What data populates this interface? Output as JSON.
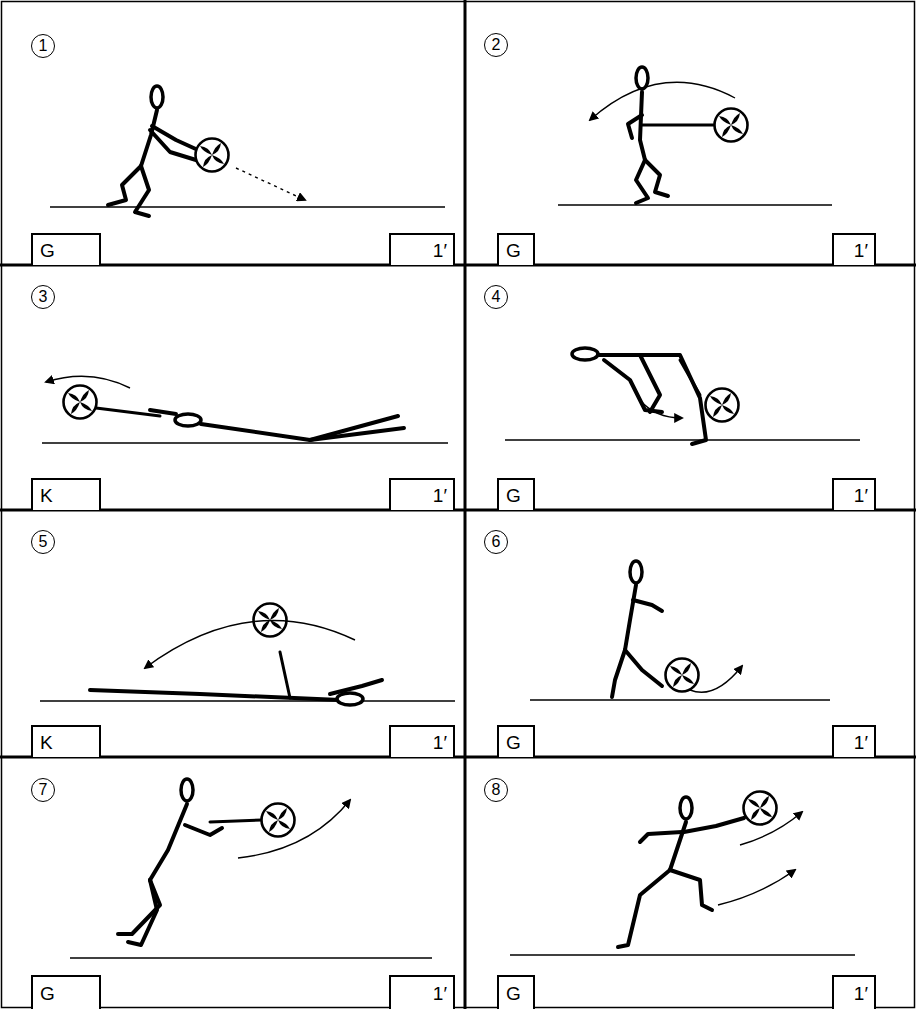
{
  "diagram": {
    "nodes": [
      {
        "text": [
          "1"
        ]
      },
      {
        "text": [
          "G"
        ]
      },
      {
        "text": [
          "1′"
        ]
      },
      {
        "text": [
          "2"
        ]
      },
      {
        "text": [
          "G"
        ]
      },
      {
        "text": [
          "1′"
        ]
      },
      {
        "text": [
          "3"
        ]
      },
      {
        "text": [
          "K"
        ]
      },
      {
        "text": [
          "1′"
        ]
      },
      {
        "text": [
          "4"
        ]
      },
      {
        "text": [
          "G"
        ]
      },
      {
        "text": [
          "1′"
        ]
      },
      {
        "text": [
          "5"
        ]
      },
      {
        "text": [
          "K"
        ]
      },
      {
        "text": [
          "1′"
        ]
      },
      {
        "text": [
          "6"
        ]
      },
      {
        "text": [
          "G"
        ]
      },
      {
        "text": [
          "1′"
        ]
      },
      {
        "text": [
          "7"
        ]
      },
      {
        "text": [
          "G"
        ]
      },
      {
        "text": [
          "1′"
        ]
      },
      {
        "text": [
          "8"
        ]
      },
      {
        "text": [
          "G"
        ]
      },
      {
        "text": [
          "1′"
        ]
      }
    ]
  }
}
